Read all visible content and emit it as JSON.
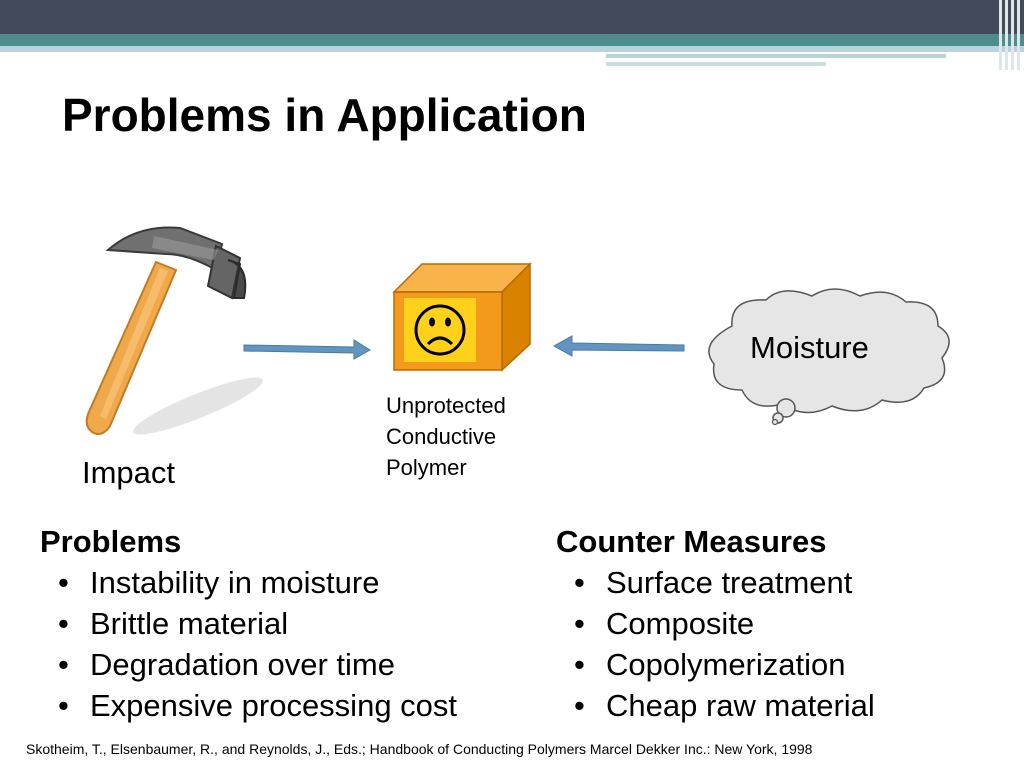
{
  "title": "Problems in Application",
  "diagram": {
    "impact_label": "Impact",
    "polymer_label": [
      "Unprotected",
      "Conductive",
      "Polymer"
    ],
    "moisture_label": "Moisture"
  },
  "problems": {
    "heading": "Problems",
    "items": [
      "Instability in moisture",
      "Brittle material",
      "Degradation over time",
      "Expensive processing cost"
    ]
  },
  "counter_measures": {
    "heading": "Counter Measures",
    "items": [
      "Surface treatment",
      "Composite",
      "Copolymerization",
      "Cheap raw material"
    ]
  },
  "bullet_glyph": "•",
  "footnote": "Skotheim, T., Elsenbaumer, R., and Reynolds, J., Eds.; Handbook of Conducting Polymers Marcel Dekker Inc.: New York, 1998",
  "colors": {
    "header_dark": "#434a5c",
    "header_teal": "#4f8c8e",
    "arrow": "#5f95c0",
    "cube_front": "#f39a1c",
    "cube_face_yellow": "#ffd11a",
    "cloud_fill": "#e6e6e6"
  },
  "icons": [
    "hammer-icon",
    "sad-face-icon",
    "cloud-icon",
    "arrow-icon"
  ]
}
